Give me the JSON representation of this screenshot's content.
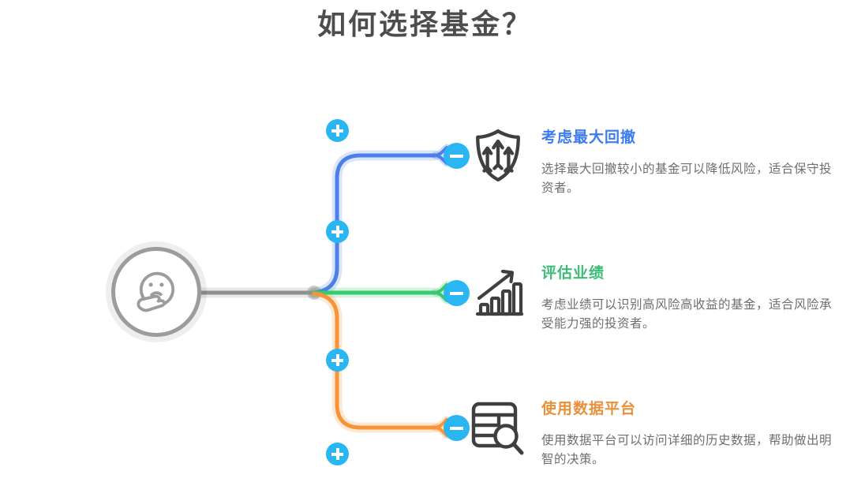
{
  "title": "如何选择基金？",
  "colors": {
    "title_text": "#4d4d4d",
    "node_button": "#29b6f3",
    "trunk_gray": "#909090",
    "branch_blue": "#4d7fe8",
    "branch_green": "#36c96e",
    "branch_orange": "#f7943a",
    "icon_dark": "#3f3f3f",
    "description_text": "#6e6e6e"
  },
  "central_node": {
    "icon": "thinking-face-icon"
  },
  "controls": {
    "plus_buttons": 4,
    "minus_buttons": 3
  },
  "branches": [
    {
      "title": "考虑最大回撤",
      "description": "选择最大回撤较小的基金可以降低风险，适合保守投资者。",
      "color": "#3c7bf0",
      "icon": "shield-arrows-icon"
    },
    {
      "title": "评估业绩",
      "description": "考虑业绩可以识别高风险高收益的基金，适合风险承受能力强的投资者。",
      "color": "#3bbd75",
      "icon": "growth-chart-icon"
    },
    {
      "title": "使用数据平台",
      "description": "使用数据平台可以访问详细的历史数据，帮助做出明智的决策。",
      "color": "#e8913c",
      "icon": "data-table-search-icon"
    }
  ]
}
